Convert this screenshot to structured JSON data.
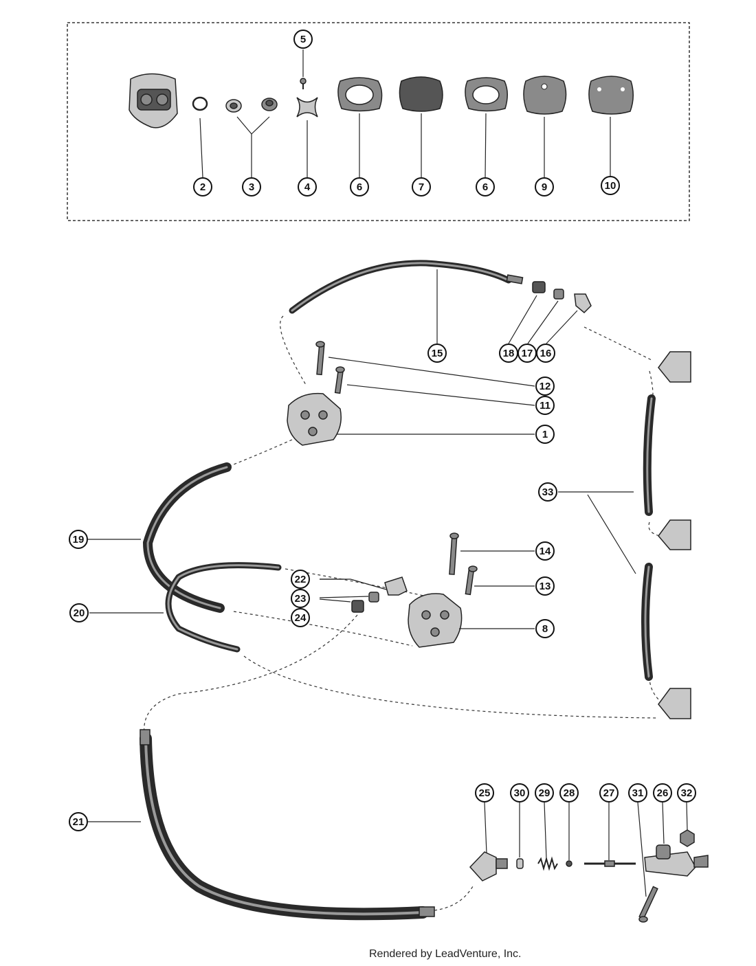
{
  "credit": "Rendered by LeadVenture, Inc.",
  "callouts": {
    "c1": "1",
    "c2": "2",
    "c3": "3",
    "c4": "4",
    "c5": "5",
    "c6a": "6",
    "c7": "7",
    "c6b": "6",
    "c9": "9",
    "c10": "10",
    "c8": "8",
    "c11": "11",
    "c12": "12",
    "c13": "13",
    "c14": "14",
    "c15": "15",
    "c16": "16",
    "c17": "17",
    "c18": "18",
    "c19": "19",
    "c20": "20",
    "c21": "21",
    "c22": "22",
    "c23": "23",
    "c24": "24",
    "c25": "25",
    "c26": "26",
    "c27": "27",
    "c28": "28",
    "c29": "29",
    "c30": "30",
    "c31": "31",
    "c32": "32",
    "c33": "33"
  }
}
